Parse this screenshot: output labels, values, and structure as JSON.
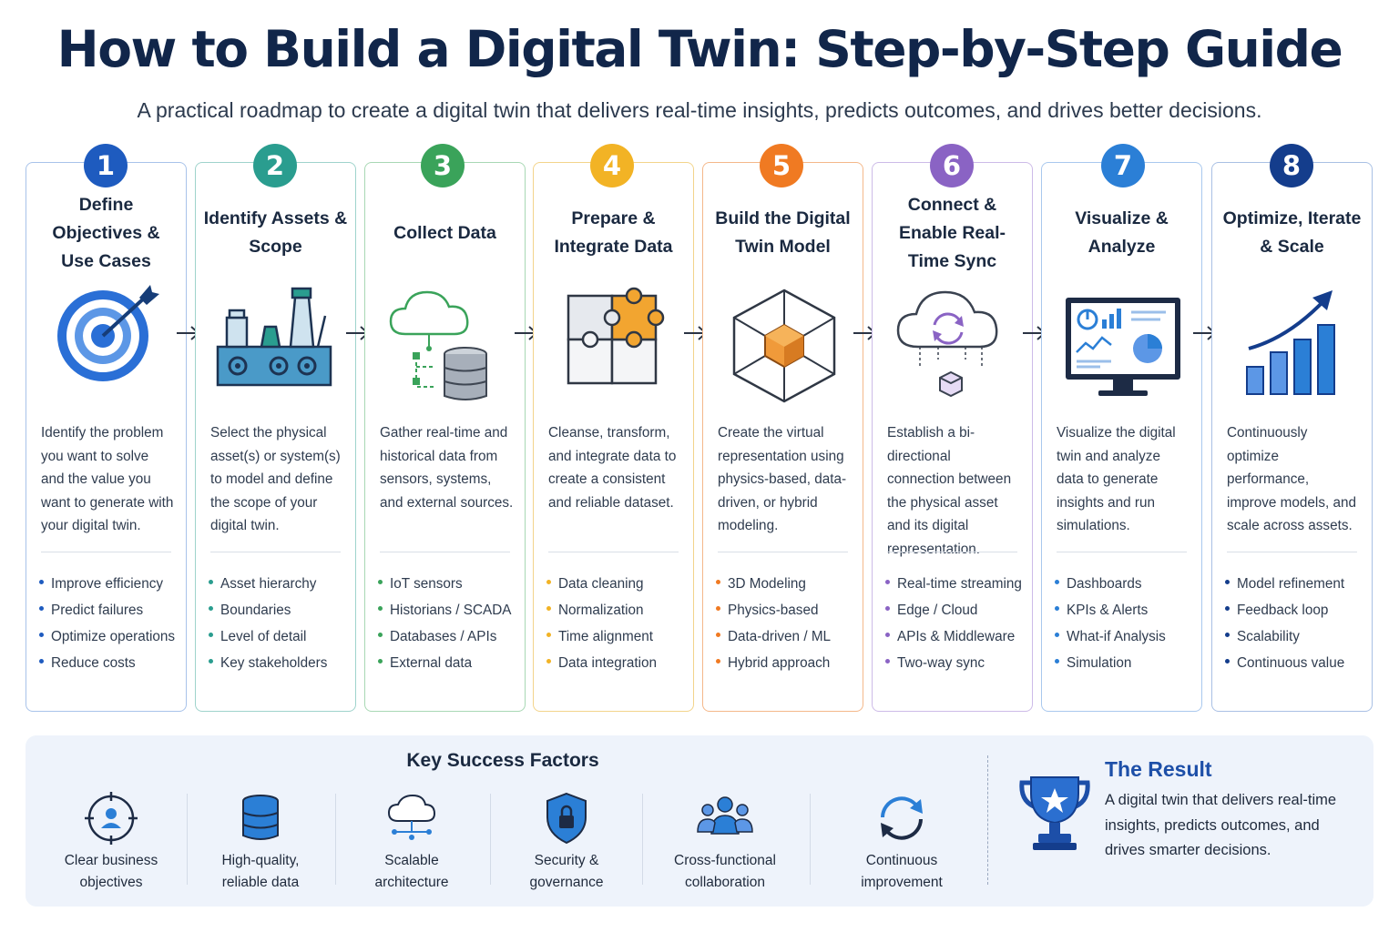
{
  "header": {
    "title": "How to Build a Digital Twin: Step-by-Step Guide",
    "subtitle": "A practical roadmap to create a digital twin that delivers real-time insights, predicts outcomes, and drives better decisions."
  },
  "colors": {
    "navy": "#11264a",
    "step1": "#1e5bbf",
    "step2": "#2a9d8f",
    "step3": "#3aa35a",
    "step4": "#f2b325",
    "step5": "#f07a22",
    "step6": "#8a63c4",
    "step7": "#2b7fd6",
    "step8": "#143d8c",
    "result_accent": "#1d4fa8"
  },
  "steps": [
    {
      "number": "1",
      "title": "Define Objectives & Use Cases",
      "icon": "target-icon",
      "description": "Identify the problem you want to solve and the value you want to generate with your digital twin.",
      "items": [
        "Improve efficiency",
        "Predict failures",
        "Optimize operations",
        "Reduce costs"
      ]
    },
    {
      "number": "2",
      "title": "Identify Assets & Scope",
      "icon": "factory-icon",
      "description": "Select the physical asset(s) or system(s) to model and define the scope of your digital twin.",
      "items": [
        "Asset hierarchy",
        "Boundaries",
        "Level of detail",
        "Key stakeholders"
      ]
    },
    {
      "number": "3",
      "title": "Collect Data",
      "icon": "cloud-database-icon",
      "description": "Gather real-time and historical data from sensors, systems, and external sources.",
      "items": [
        "IoT sensors",
        "Historians / SCADA",
        "Databases / APIs",
        "External data"
      ]
    },
    {
      "number": "4",
      "title": "Prepare & Integrate Data",
      "icon": "puzzle-icon",
      "description": "Cleanse, transform, and integrate data to create a consistent and reliable dataset.",
      "items": [
        "Data cleaning",
        "Normalization",
        "Time alignment",
        "Data integration"
      ]
    },
    {
      "number": "5",
      "title": "Build the Digital Twin Model",
      "icon": "cube-model-icon",
      "description": "Create the virtual representation using physics-based, data-driven, or hybrid modeling.",
      "items": [
        "3D Modeling",
        "Physics-based",
        "Data-driven / ML",
        "Hybrid approach"
      ]
    },
    {
      "number": "6",
      "title": "Connect & Enable Real-Time Sync",
      "icon": "cloud-sync-icon",
      "description": "Establish a bi-directional connection between the physical asset and its digital representation.",
      "items": [
        "Real-time streaming",
        "Edge / Cloud",
        "APIs & Middleware",
        "Two-way sync"
      ]
    },
    {
      "number": "7",
      "title": "Visualize & Analyze",
      "icon": "dashboard-monitor-icon",
      "description": "Visualize the digital twin and analyze data to generate insights and run simulations.",
      "items": [
        "Dashboards",
        "KPIs & Alerts",
        "What-if Analysis",
        "Simulation"
      ]
    },
    {
      "number": "8",
      "title": "Optimize, Iterate & Scale",
      "icon": "growth-chart-icon",
      "description": "Continuously optimize performance, improve models, and scale across assets.",
      "items": [
        "Model refinement",
        "Feedback loop",
        "Scalability",
        "Continuous value"
      ]
    }
  ],
  "success_factors": {
    "title": "Key Success Factors",
    "items": [
      {
        "label": "Clear business objectives",
        "icon": "target-person-icon"
      },
      {
        "label": "High-quality, reliable data",
        "icon": "database-icon"
      },
      {
        "label": "Scalable architecture",
        "icon": "cloud-network-icon"
      },
      {
        "label": "Security & governance",
        "icon": "shield-lock-icon"
      },
      {
        "label": "Cross-functional collaboration",
        "icon": "team-icon"
      },
      {
        "label": "Continuous improvement",
        "icon": "cycle-arrows-icon"
      }
    ]
  },
  "result": {
    "title": "The Result",
    "text": "A digital twin that delivers real-time insights, predicts outcomes, and drives smarter decisions.",
    "icon": "trophy-icon"
  }
}
